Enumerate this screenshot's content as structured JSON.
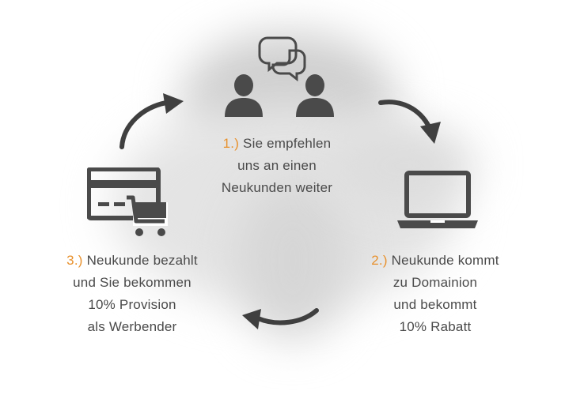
{
  "colors": {
    "accent": "#e8912d",
    "icon": "#4a4a4a",
    "text": "#4a4a4a"
  },
  "steps": [
    {
      "number": "1.)",
      "lines": [
        "Sie empfehlen",
        "uns an einen",
        "Neukunden weiter"
      ],
      "icon": "people-chat-icon"
    },
    {
      "number": "2.)",
      "lines": [
        "Neukunde kommt",
        "zu Domainion",
        "und bekommt",
        "10% Rabatt"
      ],
      "icon": "laptop-icon"
    },
    {
      "number": "3.)",
      "lines": [
        "Neukunde bezahlt",
        "und Sie bekommen",
        "10% Provision",
        "als Werbender"
      ],
      "icon": "credit-card-cart-icon"
    }
  ]
}
